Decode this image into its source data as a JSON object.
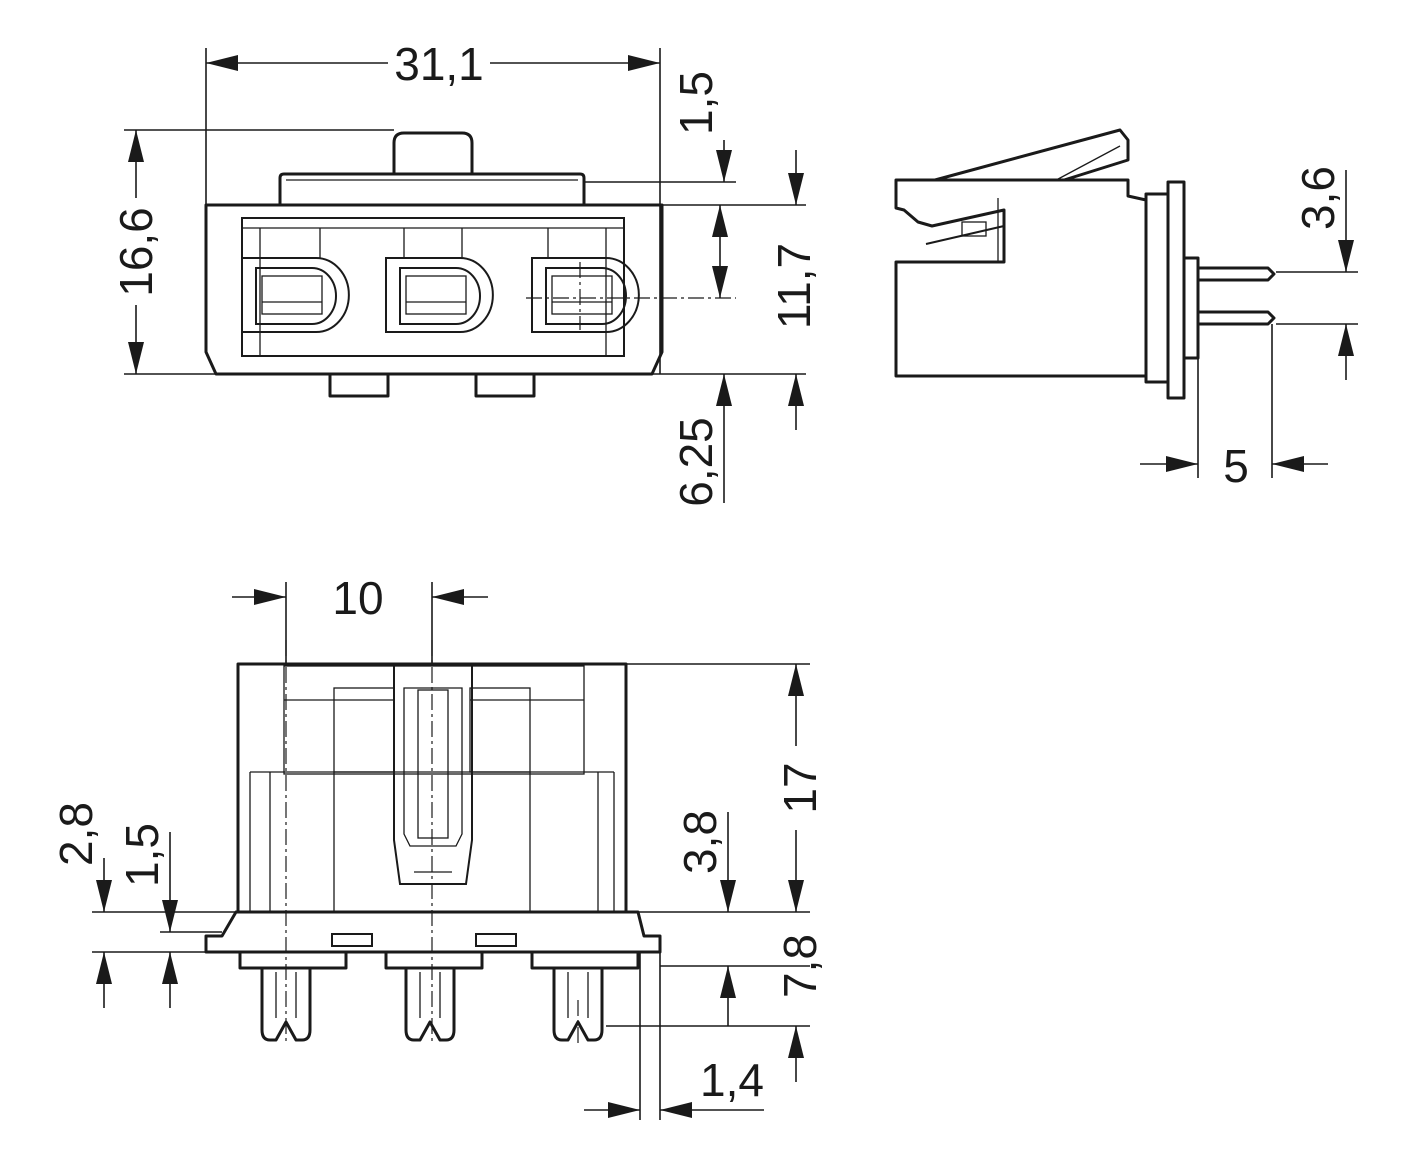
{
  "dimensions": {
    "d_31_1": "31,1",
    "d_1_5_top": "1,5",
    "d_16_6": "16,6",
    "d_11_7": "11,7",
    "d_6_25": "6,25",
    "d_3_6": "3,6",
    "d_5": "5",
    "d_10": "10",
    "d_17": "17",
    "d_3_8": "3,8",
    "d_2_8": "2,8",
    "d_1_5_bottom": "1,5",
    "d_7_8": "7,8",
    "d_1_4": "1,4"
  }
}
